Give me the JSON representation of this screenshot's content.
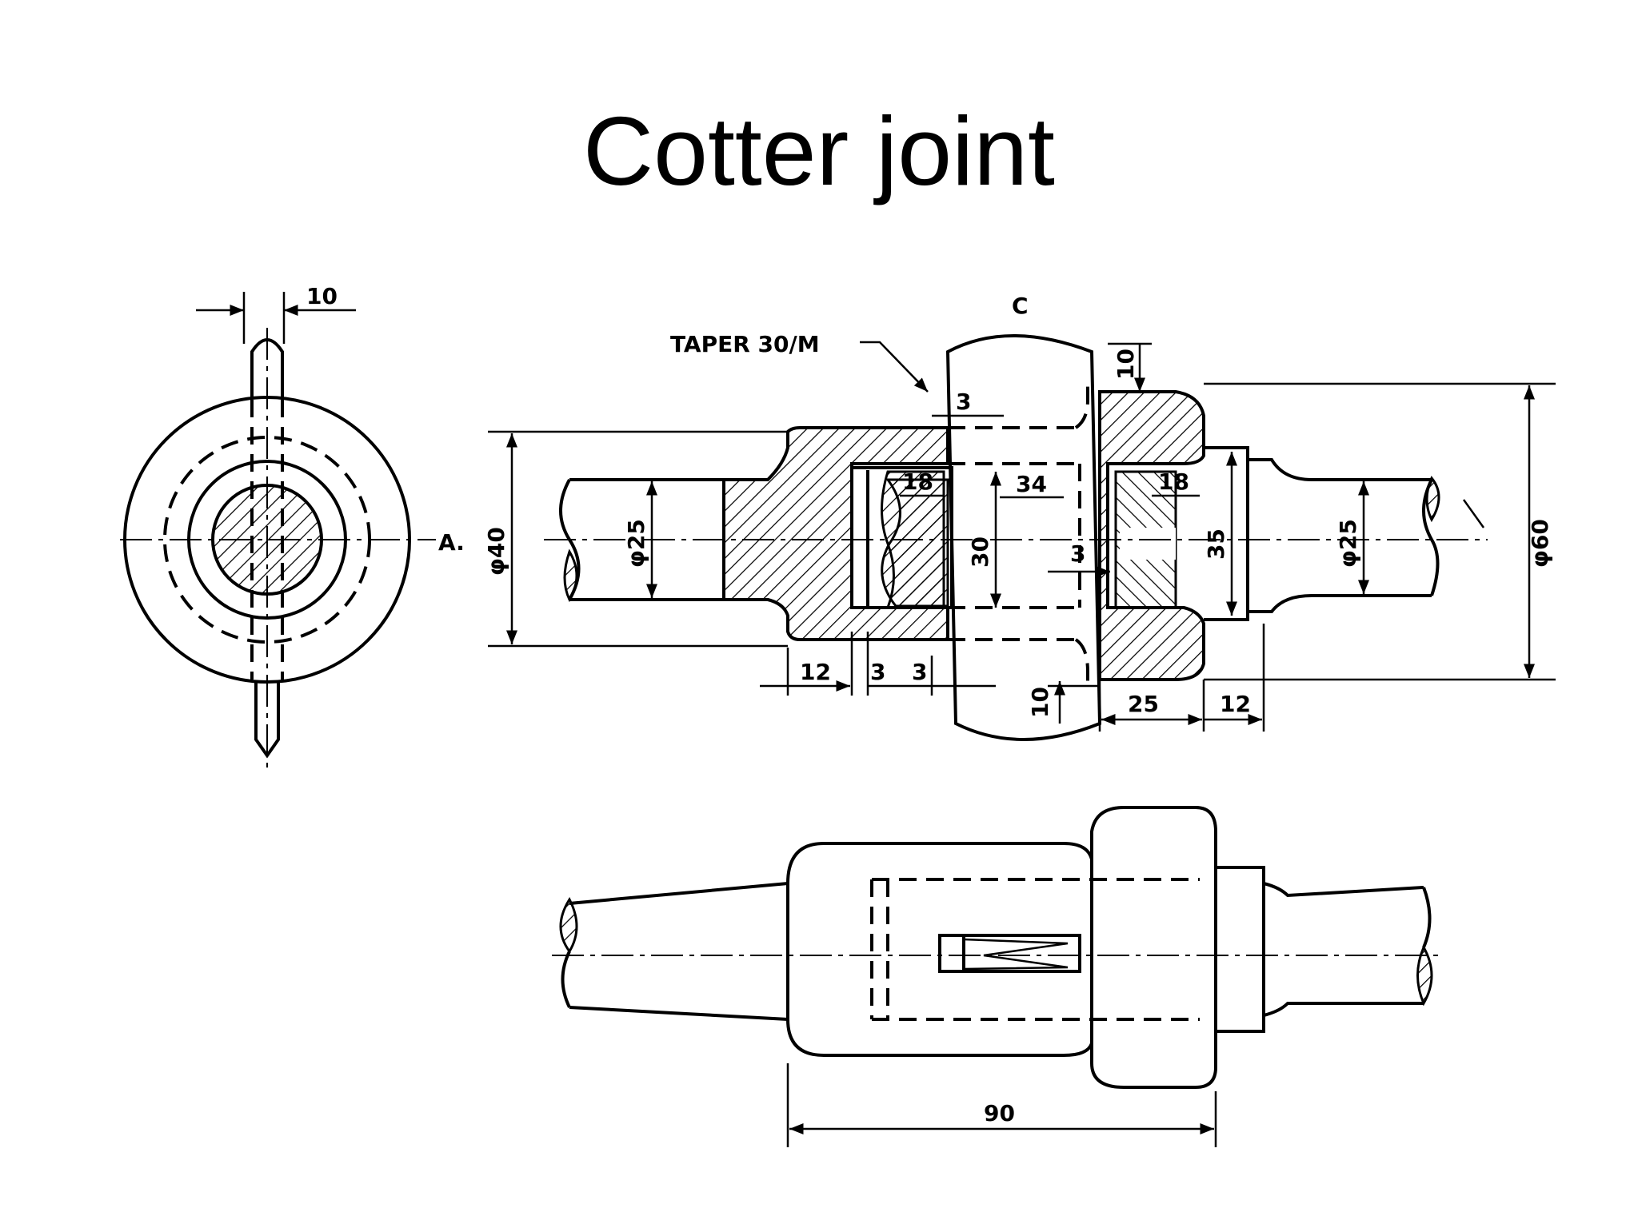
{
  "title": "Cotter joint",
  "colors": {
    "ink": "#000000",
    "background": "#ffffff"
  },
  "dimensions": {
    "end_view_cotter_width": "10",
    "section_label": "A.",
    "taper": "TAPER 30/M",
    "cotter_label": "C",
    "socket_collar_top": "10",
    "socket_collar_bottom": "10",
    "cotter_clearance": "3",
    "rod_dia_left": "φ25",
    "rod_dia_right": "φ25",
    "spigot_collar_dia": "φ40",
    "socket_outer_dia": "φ60",
    "spigot_length_1": "18",
    "spigot_length_2": "18",
    "socket_bore_len": "34",
    "cotter_width_section": "30",
    "spigot_dia": "35",
    "cotter_gap": "3",
    "collar_thickness": "12",
    "gap_a": "3",
    "gap_b": "3",
    "socket_end": "25",
    "rod_collar": "12",
    "overall_length": "90"
  }
}
